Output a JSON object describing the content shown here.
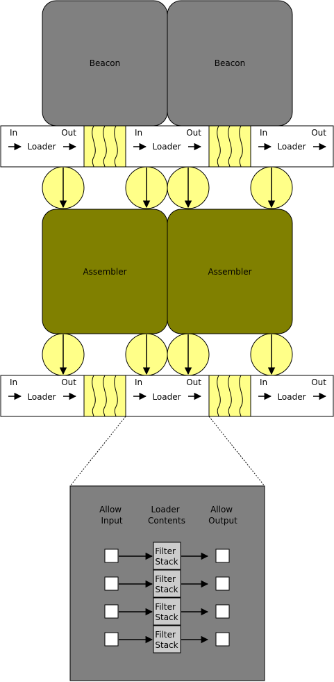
{
  "colors": {
    "beacon": "#808080",
    "assembler": "#808000",
    "inserter": "#ffff88",
    "belt": "#ffff88",
    "loader": "#ffffff",
    "detail_panel": "#808080",
    "filter_stack": "#cccccc"
  },
  "beacons": [
    {
      "label": "Beacon"
    },
    {
      "label": "Beacon"
    }
  ],
  "assemblers": [
    {
      "label": "Assembler"
    },
    {
      "label": "Assembler"
    }
  ],
  "loader_rows": [
    {
      "loaders": [
        {
          "in": "In",
          "out": "Out",
          "label": "Loader"
        },
        {
          "in": "In",
          "out": "Out",
          "label": "Loader"
        },
        {
          "in": "In",
          "out": "Out",
          "label": "Loader"
        }
      ]
    },
    {
      "loaders": [
        {
          "in": "In",
          "out": "Out",
          "label": "Loader"
        },
        {
          "in": "In",
          "out": "Out",
          "label": "Loader"
        },
        {
          "in": "In",
          "out": "Out",
          "label": "Loader"
        }
      ]
    }
  ],
  "detail": {
    "col_allow_input": [
      "Allow",
      "Input"
    ],
    "col_contents": [
      "Loader",
      "Contents"
    ],
    "col_allow_output": [
      "Allow",
      "Output"
    ],
    "rows": [
      {
        "filter": [
          "Filter",
          "Stack"
        ]
      },
      {
        "filter": [
          "Filter",
          "Stack"
        ]
      },
      {
        "filter": [
          "Filter",
          "Stack"
        ]
      },
      {
        "filter": [
          "Filter",
          "Stack"
        ]
      }
    ]
  }
}
